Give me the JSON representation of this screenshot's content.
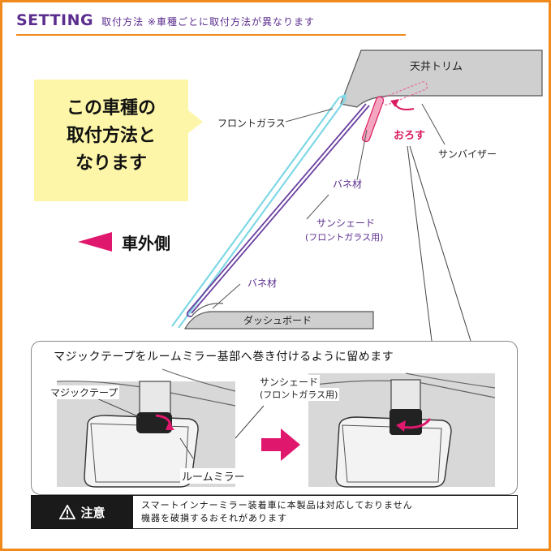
{
  "header": {
    "title_en": "SETTING",
    "title_jp": "取付方法 ※車種ごとに取付方法が異なります"
  },
  "callout": {
    "lines": [
      "この車種の",
      "取付方法と",
      "なります"
    ]
  },
  "labels": {
    "ceiling_trim": "天井トリム",
    "windshield": "フロントガラス",
    "lower": "おろす",
    "sun_visor": "サンバイザー",
    "spring_top": "バネ材",
    "sunshade": "サンシェード",
    "sunshade_sub": "(フロントガラス用)",
    "spring_bottom": "バネ材",
    "dashboard": "ダッシュボード",
    "outside": "車外側"
  },
  "detail": {
    "title": "マジックテープをルームミラー基部へ巻き付けるように留めます",
    "velcro": "マジックテープ",
    "sunshade": "サンシェード",
    "sunshade_sub": "(フロントガラス用)",
    "room_mirror": "ルームミラー"
  },
  "warning": {
    "head": "注意",
    "line1": "スマートインナーミラー装着車に本製品は対応しておりません",
    "line2": "機器を破損するおそれがあります"
  },
  "colors": {
    "accent_orange": "#f08a1c",
    "purple": "#5b2d8e",
    "pink": "#d81b60",
    "callout_yellow": "#fdf6a8",
    "glass_cyan": "#7fd8e6",
    "gray_trim": "#cfcfcf"
  },
  "icons": [
    "warning-icon",
    "arrow-left-icon",
    "arrow-right-icon",
    "curved-arrow-icon"
  ]
}
